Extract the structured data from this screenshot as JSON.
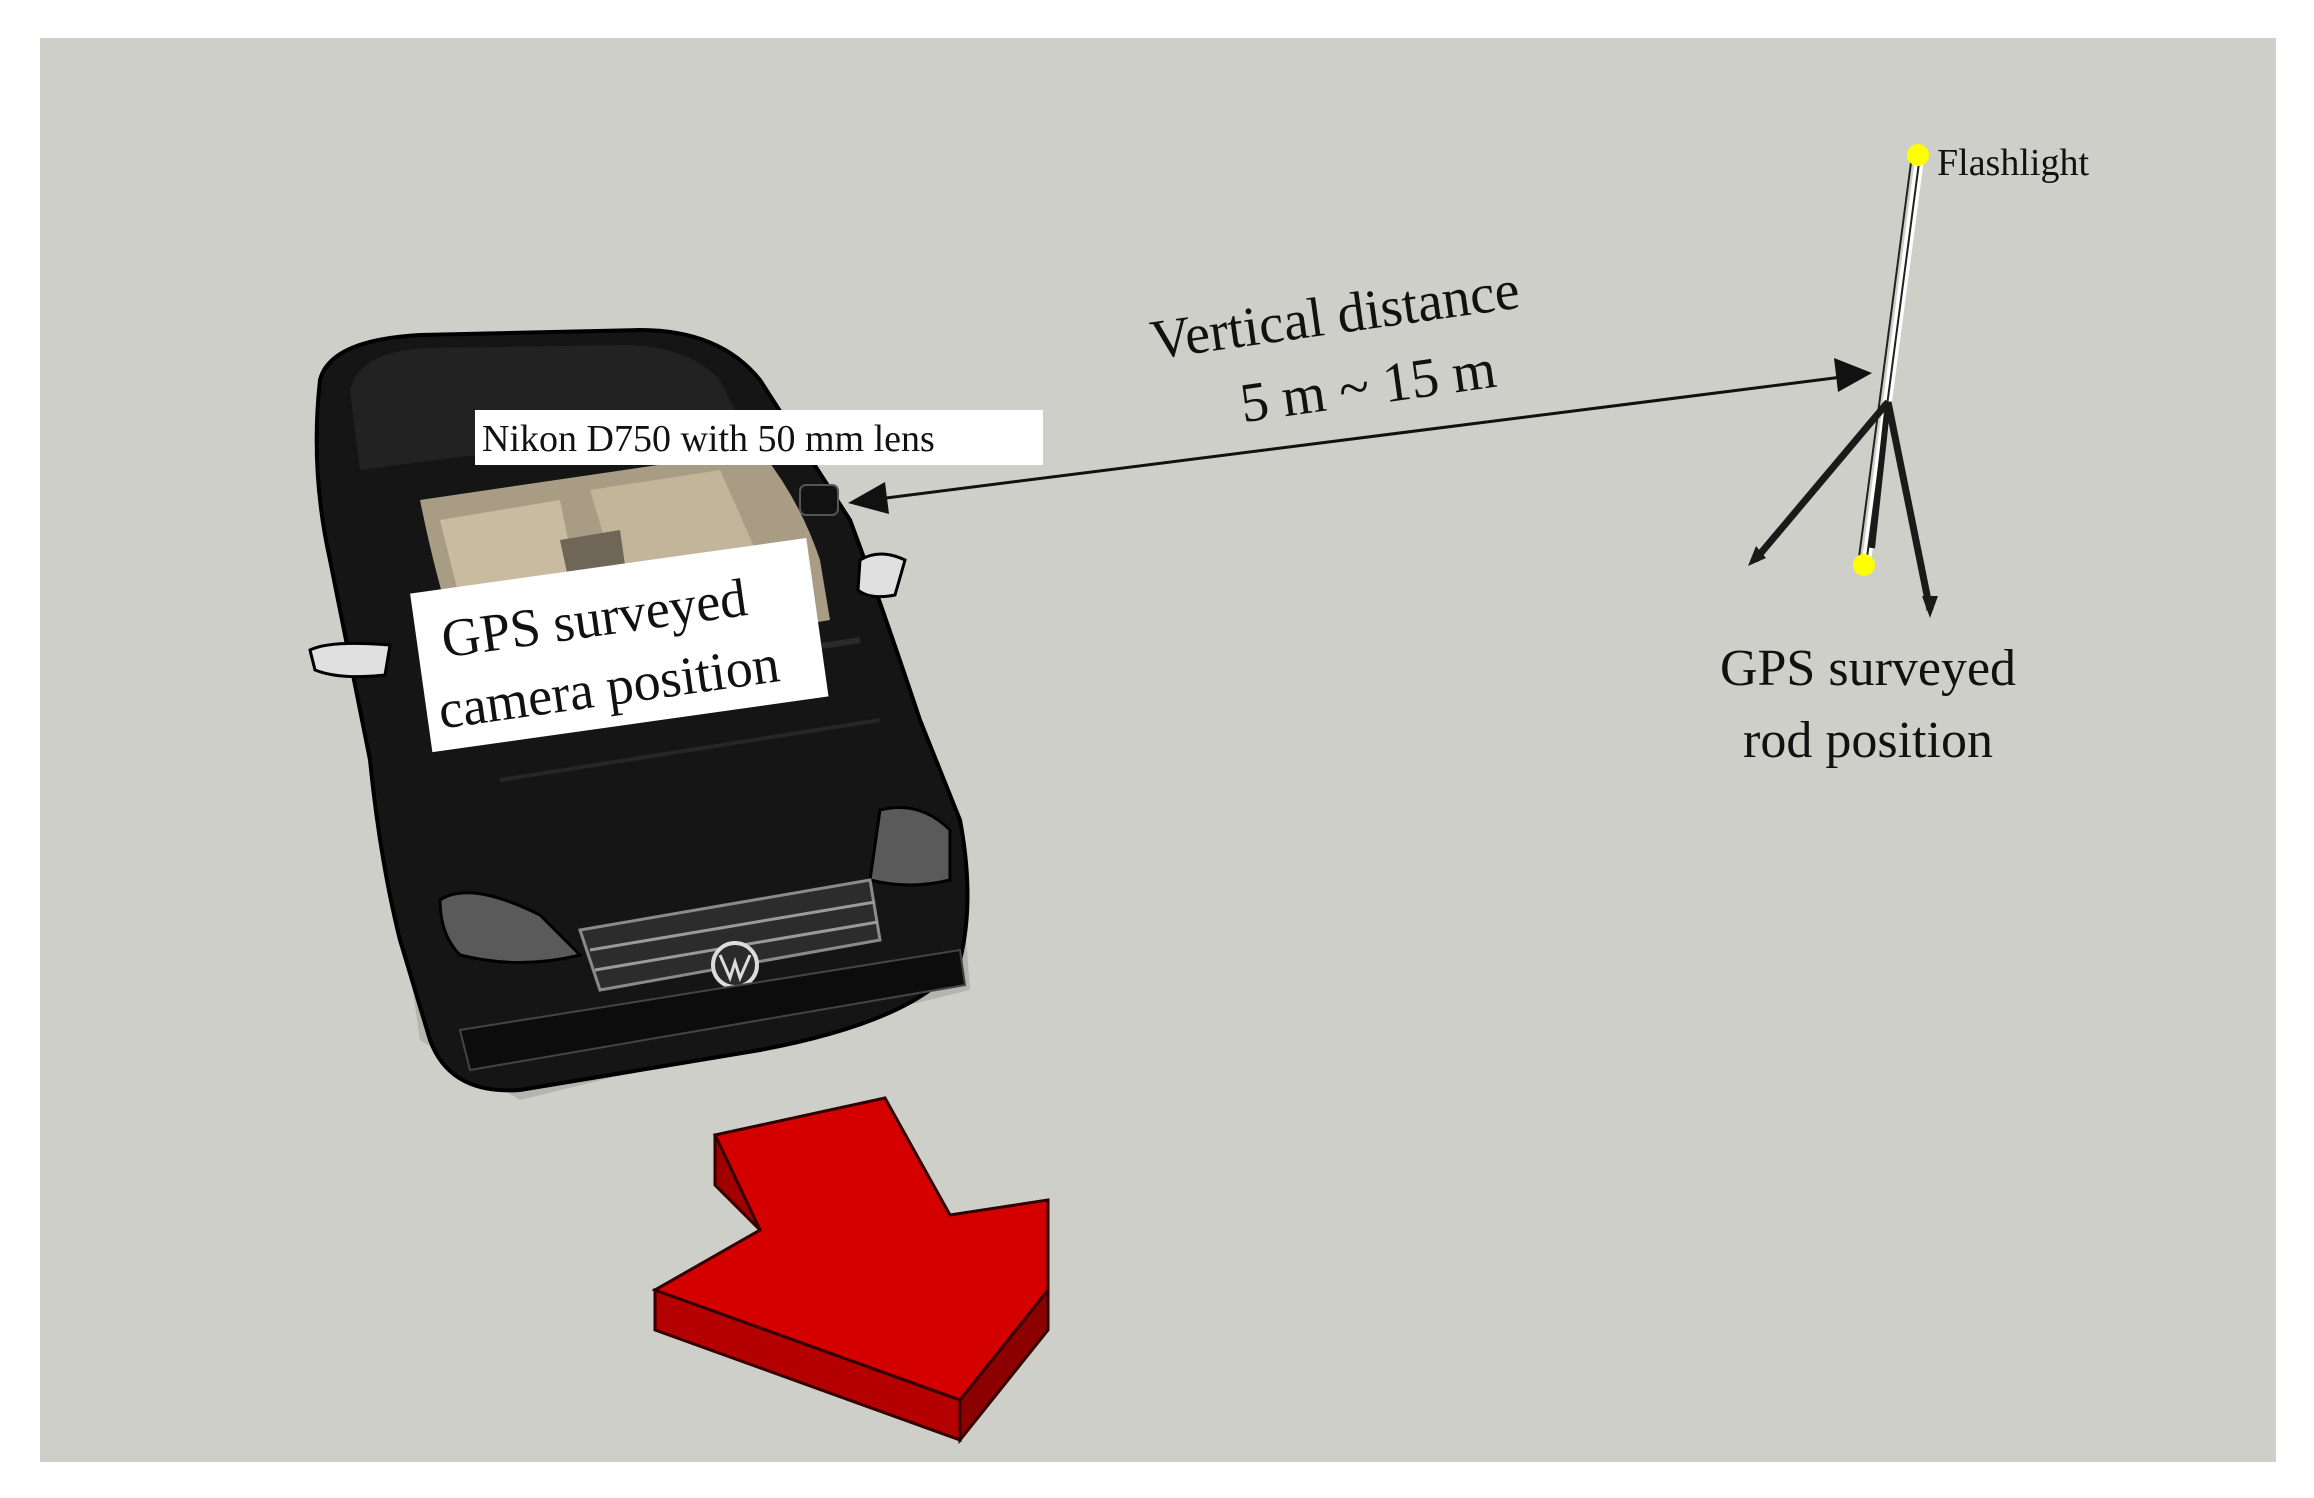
{
  "labels": {
    "flashlight": "Flashlight",
    "vertical_distance_line1": "Vertical distance",
    "vertical_distance_line2": "5 m ~ 15 m",
    "camera": "Nikon D750 with 50 mm lens",
    "camera_position_line1": "GPS surveyed",
    "camera_position_line2": "camera position",
    "rod_position_line1": "GPS surveyed",
    "rod_position_line2": "rod position"
  },
  "colors": {
    "ground": "#cfcfca",
    "car_body": "#151515",
    "arrow_red": "#d40000",
    "flashlight_dot": "#ffff00",
    "label_box": "#ffffff"
  },
  "icons": {
    "car": "car-icon",
    "tripod": "tripod-icon",
    "direction_arrow": "red-arrow-icon"
  }
}
